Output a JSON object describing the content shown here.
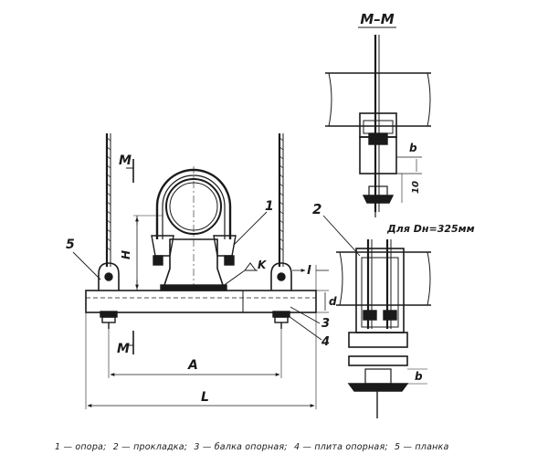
{
  "section_title": "M–M",
  "section_marks": [
    "M",
    "M"
  ],
  "labels": {
    "pos1": "1",
    "pos2": "2",
    "pos3": "3",
    "pos4": "4",
    "pos5": "5",
    "dim_H": "H",
    "dim_A": "A",
    "dim_L": "L",
    "dim_l": "l",
    "dim_d": "d",
    "dim_b_top": "b",
    "dim_b_bottom": "b",
    "dim_10": "10",
    "weld_K": "K",
    "note_dn": "Для Dн=325мм"
  },
  "legend": [
    "1 — опора;",
    "2 — прокладка;",
    "3 — балка опорная;",
    "4 — плита опорная;",
    "5 — планка"
  ]
}
